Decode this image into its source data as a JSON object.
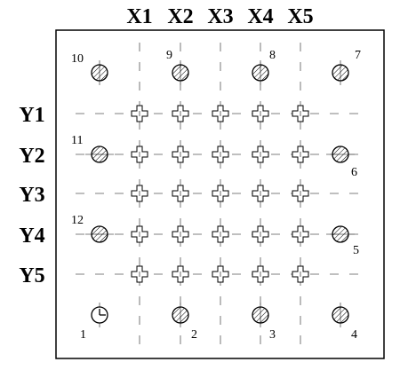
{
  "column_labels": [
    "X1",
    "X2",
    "X3",
    "X4",
    "X5"
  ],
  "row_labels": [
    "Y1",
    "Y2",
    "Y3",
    "Y4",
    "Y5"
  ],
  "holes": [
    {
      "number": "1",
      "row": 6,
      "col": 0,
      "glyph": "clock"
    },
    {
      "number": "2",
      "row": 6,
      "col": 2,
      "glyph": "hatch"
    },
    {
      "number": "3",
      "row": 6,
      "col": 4,
      "glyph": "hatch"
    },
    {
      "number": "4",
      "row": 6,
      "col": 6,
      "glyph": "hatch"
    },
    {
      "number": "5",
      "row": 4,
      "col": 6,
      "glyph": "hatch"
    },
    {
      "number": "6",
      "row": 2,
      "col": 6,
      "glyph": "hatch"
    },
    {
      "number": "7",
      "row": 0,
      "col": 6,
      "glyph": "hatch"
    },
    {
      "number": "8",
      "row": 0,
      "col": 4,
      "glyph": "hatch"
    },
    {
      "number": "9",
      "row": 0,
      "col": 2,
      "glyph": "hatch"
    },
    {
      "number": "10",
      "row": 0,
      "col": 0,
      "glyph": "hatch"
    },
    {
      "number": "11",
      "row": 2,
      "col": 0,
      "glyph": "hatch"
    },
    {
      "number": "12",
      "row": 4,
      "col": 0,
      "glyph": "hatch"
    }
  ],
  "colors": {
    "stroke": "#000000",
    "guide": "#555555",
    "background": "#ffffff"
  }
}
